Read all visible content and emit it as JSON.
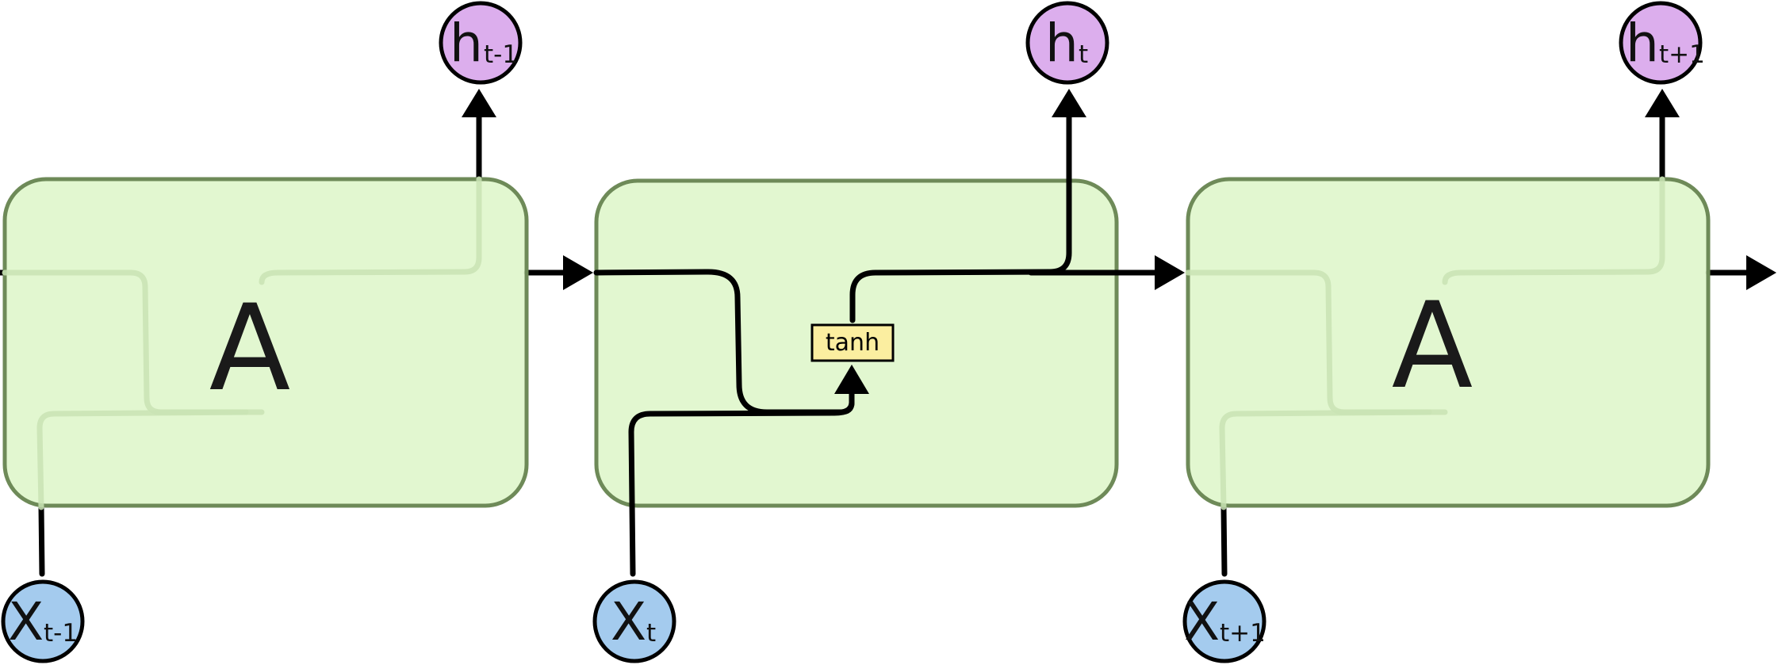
{
  "cells": [
    {
      "label": "A",
      "input": {
        "main": "X",
        "sub": "t-1"
      },
      "output": {
        "main": "h",
        "sub": "t-1"
      }
    },
    {
      "label": "",
      "input": {
        "main": "X",
        "sub": "t"
      },
      "output": {
        "main": "h",
        "sub": "t"
      },
      "activation": "tanh"
    },
    {
      "label": "A",
      "input": {
        "main": "X",
        "sub": "t+1"
      },
      "output": {
        "main": "h",
        "sub": "t+1"
      }
    }
  ],
  "colors": {
    "cell_fill": "#dff6cc",
    "cell_border": "#6e8a58",
    "input_circle": "#a4cbee",
    "output_circle": "#dcaeed",
    "activation_box": "#fbeea0"
  }
}
